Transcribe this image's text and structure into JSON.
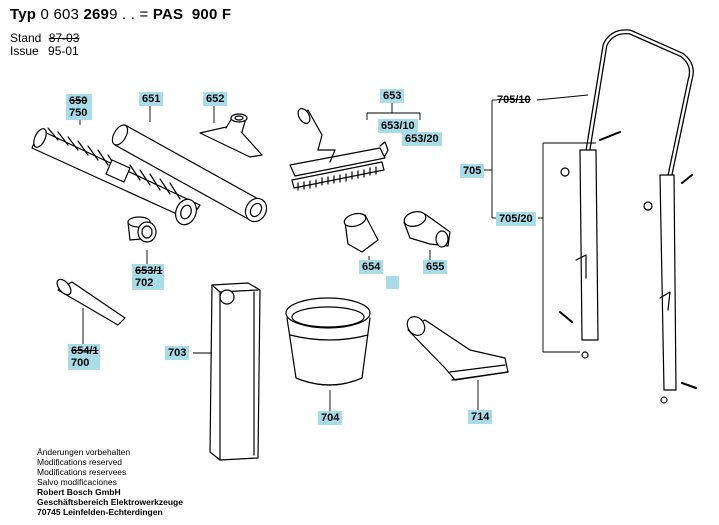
{
  "header": {
    "typ_label": "Typ",
    "typ_prefix": "0 603",
    "typ_bold": "269",
    "typ_suffix": "9 . .",
    "equals": "=",
    "model": "PAS  900 F",
    "stand_label": "Stand",
    "stand_value": "87-03",
    "issue_label": "Issue",
    "issue_value": "95-01"
  },
  "parts": {
    "p650": "650",
    "p750": "750",
    "p651": "651",
    "p652": "652",
    "p653": "653",
    "p653_10": "653/10",
    "p653_20": "653/20",
    "p654": "654",
    "p655": "655",
    "p653_1": "653/1",
    "p702": "702",
    "p654_1": "654/1",
    "p700": "700",
    "p703": "703",
    "p704": "704",
    "p714": "714",
    "p705": "705",
    "p705_10": "705/10",
    "p705_20": "705/20"
  },
  "notes": {
    "line1": "Änderungen vorbehalten",
    "line2": "Modifications reserved",
    "line3": "Modifications reservees",
    "line4": "Salvo modificaciones",
    "line5": "Robert Bosch GmbH",
    "line6": "Geschäftsbereich Elektrowerkzeuge",
    "line7": "70745 Leinfelden-Echterdingen"
  }
}
